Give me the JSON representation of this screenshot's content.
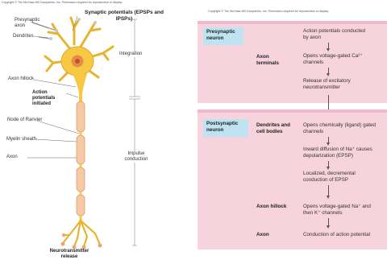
{
  "left": {
    "copyright": "Copyright © The McGraw-Hill Companies, Inc. Permission required for reproduction or display.",
    "header_title": "Synaptic potentials (EPSPs and IPSPs)",
    "labels": {
      "presynaptic_axon": "Presynaptic axon",
      "dendrites": "Dendrites",
      "axon_hillock": "Axon hillock",
      "action_potentials": "Action potentials initiated",
      "node_of_ranvier": "Node of Ranvier",
      "myelin_sheath": "Myelin sheath",
      "axon": "Axon",
      "neurotransmitter_release": "Neurotransmitter release",
      "integration": "Integration",
      "impulse_conduction": "Impulse conduction"
    }
  },
  "right": {
    "copyright": "Copyright © The McGraw-Hill Companies, Inc. Permission required for reproduction or display.",
    "presynaptic": {
      "tag": "Presynaptic neuron",
      "axon_terminals": "Axon terminals",
      "steps": [
        "Action potentials conducted by axon",
        "Opens voltage-gated Ca²⁺ channels",
        "Release of excitatory neurotransmitter"
      ]
    },
    "postsynaptic": {
      "tag": "Postsynaptic neuron",
      "dendrites_cell_bodies": "Dendrites and cell bodies",
      "axon_hillock": "Axon hillock",
      "axon": "Axon",
      "steps": [
        "Opens chemically (ligand) gated channels",
        "Inward diffusion of Na⁺ causes depolarization (EPSP)",
        "Localized, decremental conduction of EPSP",
        "Opens voltage-gated Na⁺ and then K⁺ channels",
        "Conduction of action potential"
      ]
    }
  },
  "colors": {
    "neuron_body": "#f7c842",
    "nucleus": "#e88a4a",
    "myelin": "#f4c9a4",
    "panel": "#f6d3dd",
    "tag": "#bfe3f0"
  }
}
